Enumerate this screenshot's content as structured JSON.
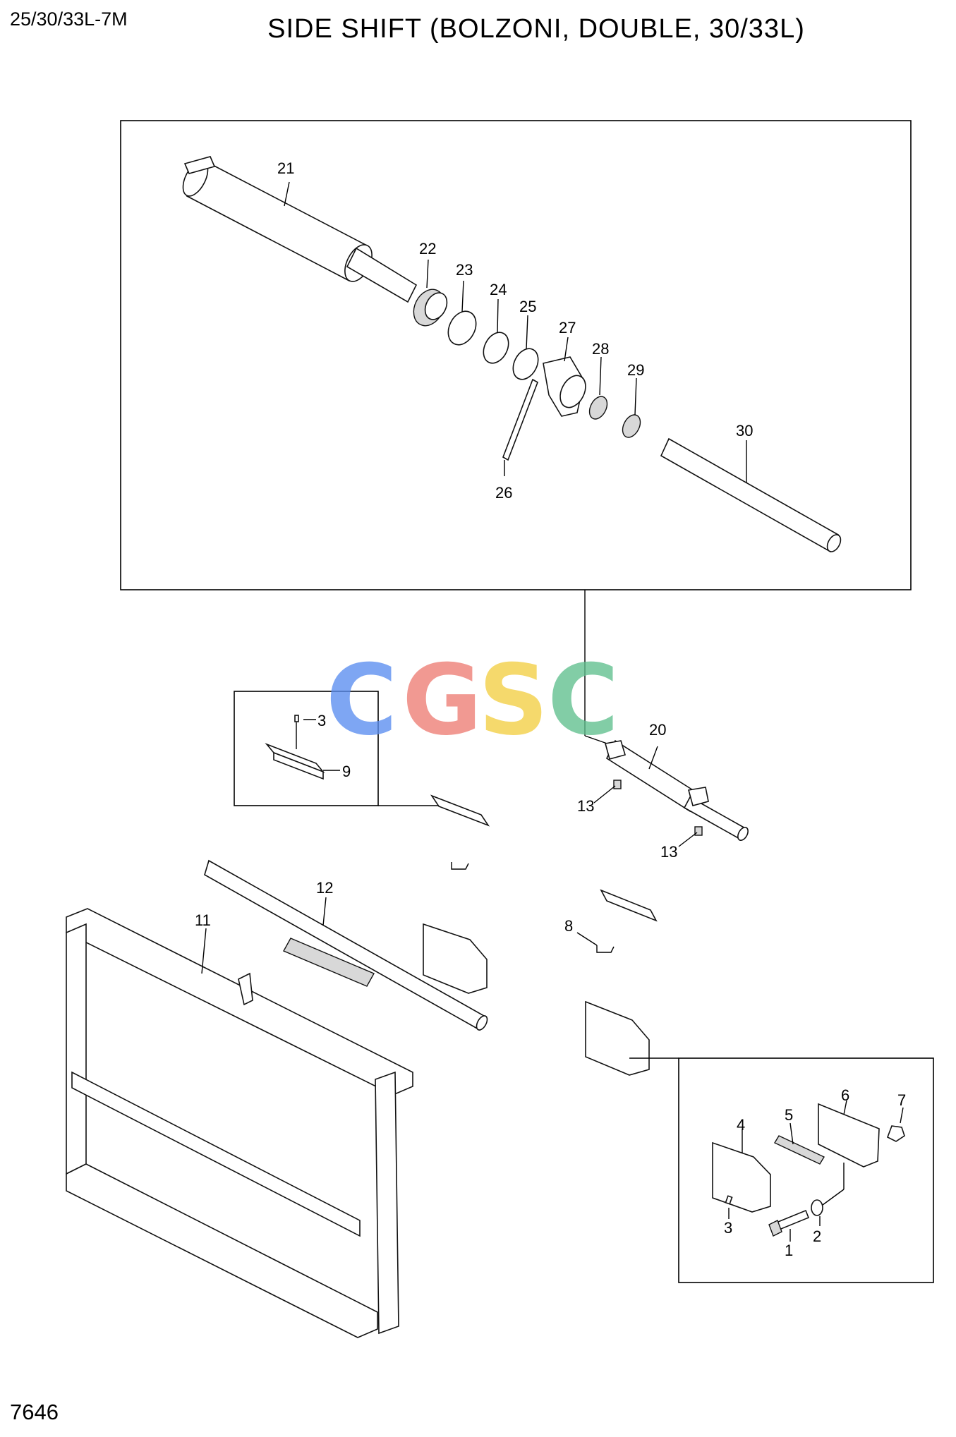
{
  "header": {
    "model_code": "25/30/33L-7M",
    "title": "SIDE SHIFT (BOLZONI, DOUBLE, 30/33L)"
  },
  "footer": {
    "page_number": "7646"
  },
  "watermark": {
    "letters": [
      "C",
      "G",
      "S",
      "C"
    ],
    "colors": [
      "#5b8ef0",
      "#ee7d74",
      "#f3cf43",
      "#5fbf8e"
    ]
  },
  "callouts": {
    "c1": "1",
    "c2": "2",
    "c3a": "3",
    "c3b": "3",
    "c4": "4",
    "c5": "5",
    "c6": "6",
    "c7": "7",
    "c8": "8",
    "c9": "9",
    "c11": "11",
    "c12": "12",
    "c13a": "13",
    "c13b": "13",
    "c20": "20",
    "c21": "21",
    "c22": "22",
    "c23": "23",
    "c24": "24",
    "c25": "25",
    "c26": "26",
    "c27": "27",
    "c28": "28",
    "c29": "29",
    "c30": "30"
  }
}
